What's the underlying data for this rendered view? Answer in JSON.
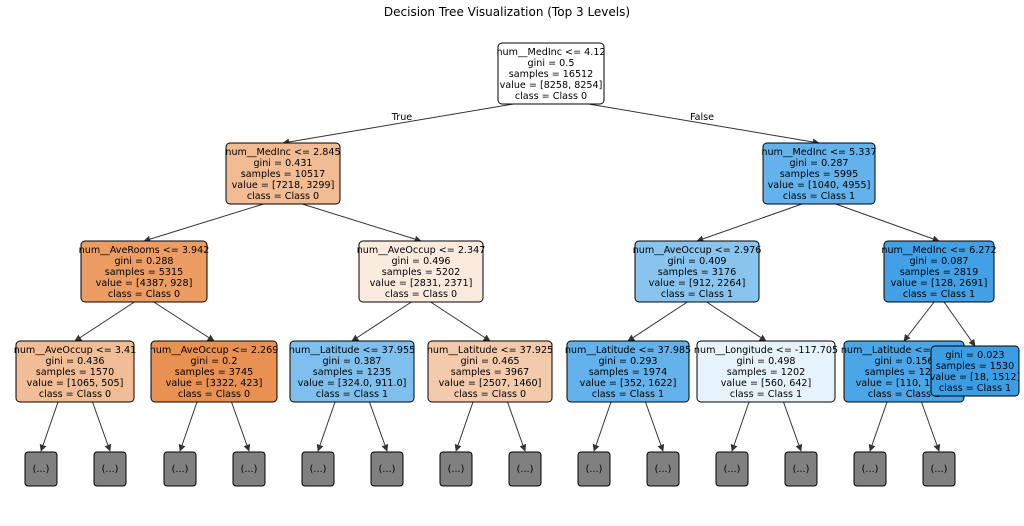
{
  "title": "Decision Tree Visualization (Top 3 Levels)",
  "edge_labels": {
    "true": "True",
    "false": "False"
  },
  "ellipsis": "(...)",
  "nodes": [
    {
      "id": "root",
      "lines": [
        "num__MedInc <= 4.12",
        "gini = 0.5",
        "samples = 16512",
        "value = [8258, 8254]",
        "class = Class 0"
      ],
      "fill": "#ffffff"
    },
    {
      "id": "L1",
      "lines": [
        "num__MedInc <= 2.845",
        "gini = 0.431",
        "samples = 10517",
        "value = [7218, 3299]",
        "class = Class 0"
      ],
      "fill": "#f1bb94"
    },
    {
      "id": "R1",
      "lines": [
        "num__MedInc <= 5.337",
        "gini = 0.287",
        "samples = 5995",
        "value = [1040, 4955]",
        "class = Class 1"
      ],
      "fill": "#63b2eb"
    },
    {
      "id": "LL2",
      "lines": [
        "num__AveRooms <= 3.942",
        "gini = 0.288",
        "samples = 5315",
        "value = [4387, 928]",
        "class = Class 0"
      ],
      "fill": "#eb9d63"
    },
    {
      "id": "LR2",
      "lines": [
        "num__AveOccup <= 2.347",
        "gini = 0.496",
        "samples = 5202",
        "value = [2831, 2371]",
        "class = Class 0"
      ],
      "fill": "#fbebdf"
    },
    {
      "id": "RL2",
      "lines": [
        "num__AveOccup <= 2.976",
        "gini = 0.409",
        "samples = 3176",
        "value = [912, 2264]",
        "class = Class 1"
      ],
      "fill": "#89c4ef"
    },
    {
      "id": "RR2",
      "lines": [
        "num__MedInc <= 6.272",
        "gini = 0.087",
        "samples = 2819",
        "value = [128, 2691]",
        "class = Class 1"
      ],
      "fill": "#42a1e6"
    },
    {
      "id": "N3a",
      "lines": [
        "num__AveOccup <= 3.41",
        "gini = 0.436",
        "samples = 1570",
        "value = [1065, 505]",
        "class = Class 0"
      ],
      "fill": "#f1bd97"
    },
    {
      "id": "N3b",
      "lines": [
        "num__AveOccup <= 2.269",
        "gini = 0.2",
        "samples = 3745",
        "value = [3322, 423]",
        "class = Class 0"
      ],
      "fill": "#e89152"
    },
    {
      "id": "N3c",
      "lines": [
        "num__Latitude <= 37.955",
        "gini = 0.387",
        "samples = 1235",
        "value = [324.0, 911.0]",
        "class = Class 1"
      ],
      "fill": "#7fbfee"
    },
    {
      "id": "N3d",
      "lines": [
        "num__Latitude <= 37.925",
        "gini = 0.465",
        "samples = 3967",
        "value = [2507, 1460]",
        "class = Class 0"
      ],
      "fill": "#f4caac"
    },
    {
      "id": "N3e",
      "lines": [
        "num__Latitude <= 37.985",
        "gini = 0.293",
        "samples = 1974",
        "value = [352, 1622]",
        "class = Class 1"
      ],
      "fill": "#64b2eb"
    },
    {
      "id": "N3f",
      "lines": [
        "num__Longitude <= -117.705",
        "gini = 0.498",
        "samples = 1202",
        "value = [560, 642]",
        "class = Class 1"
      ],
      "fill": "#e6f3fc"
    },
    {
      "id": "N3g",
      "lines": [
        "num__Latitude <= 37.965",
        "gini = 0.156",
        "samples = 1289",
        "value = [110, 1179]",
        "class = Class 1"
      ],
      "fill": "#4ba6e7"
    },
    {
      "id": "N3h",
      "lines": [
        "gini = 0.023",
        "samples = 1530",
        "value = [18, 1512]",
        "class = Class 1"
      ],
      "fill": "#3b9ee5"
    }
  ],
  "edges": [
    {
      "from": "root",
      "to": "L1"
    },
    {
      "from": "root",
      "to": "R1"
    },
    {
      "from": "L1",
      "to": "LL2"
    },
    {
      "from": "L1",
      "to": "LR2"
    },
    {
      "from": "R1",
      "to": "RL2"
    },
    {
      "from": "R1",
      "to": "RR2"
    },
    {
      "from": "LL2",
      "to": "N3a"
    },
    {
      "from": "LL2",
      "to": "N3b"
    },
    {
      "from": "LR2",
      "to": "N3c"
    },
    {
      "from": "LR2",
      "to": "N3d"
    },
    {
      "from": "RL2",
      "to": "N3e"
    },
    {
      "from": "RL2",
      "to": "N3f"
    },
    {
      "from": "RR2",
      "to": "N3g"
    },
    {
      "from": "RR2",
      "to": "N3h"
    }
  ],
  "colors": {
    "ellipsis_fill": "#808080",
    "edge": "#333333"
  }
}
